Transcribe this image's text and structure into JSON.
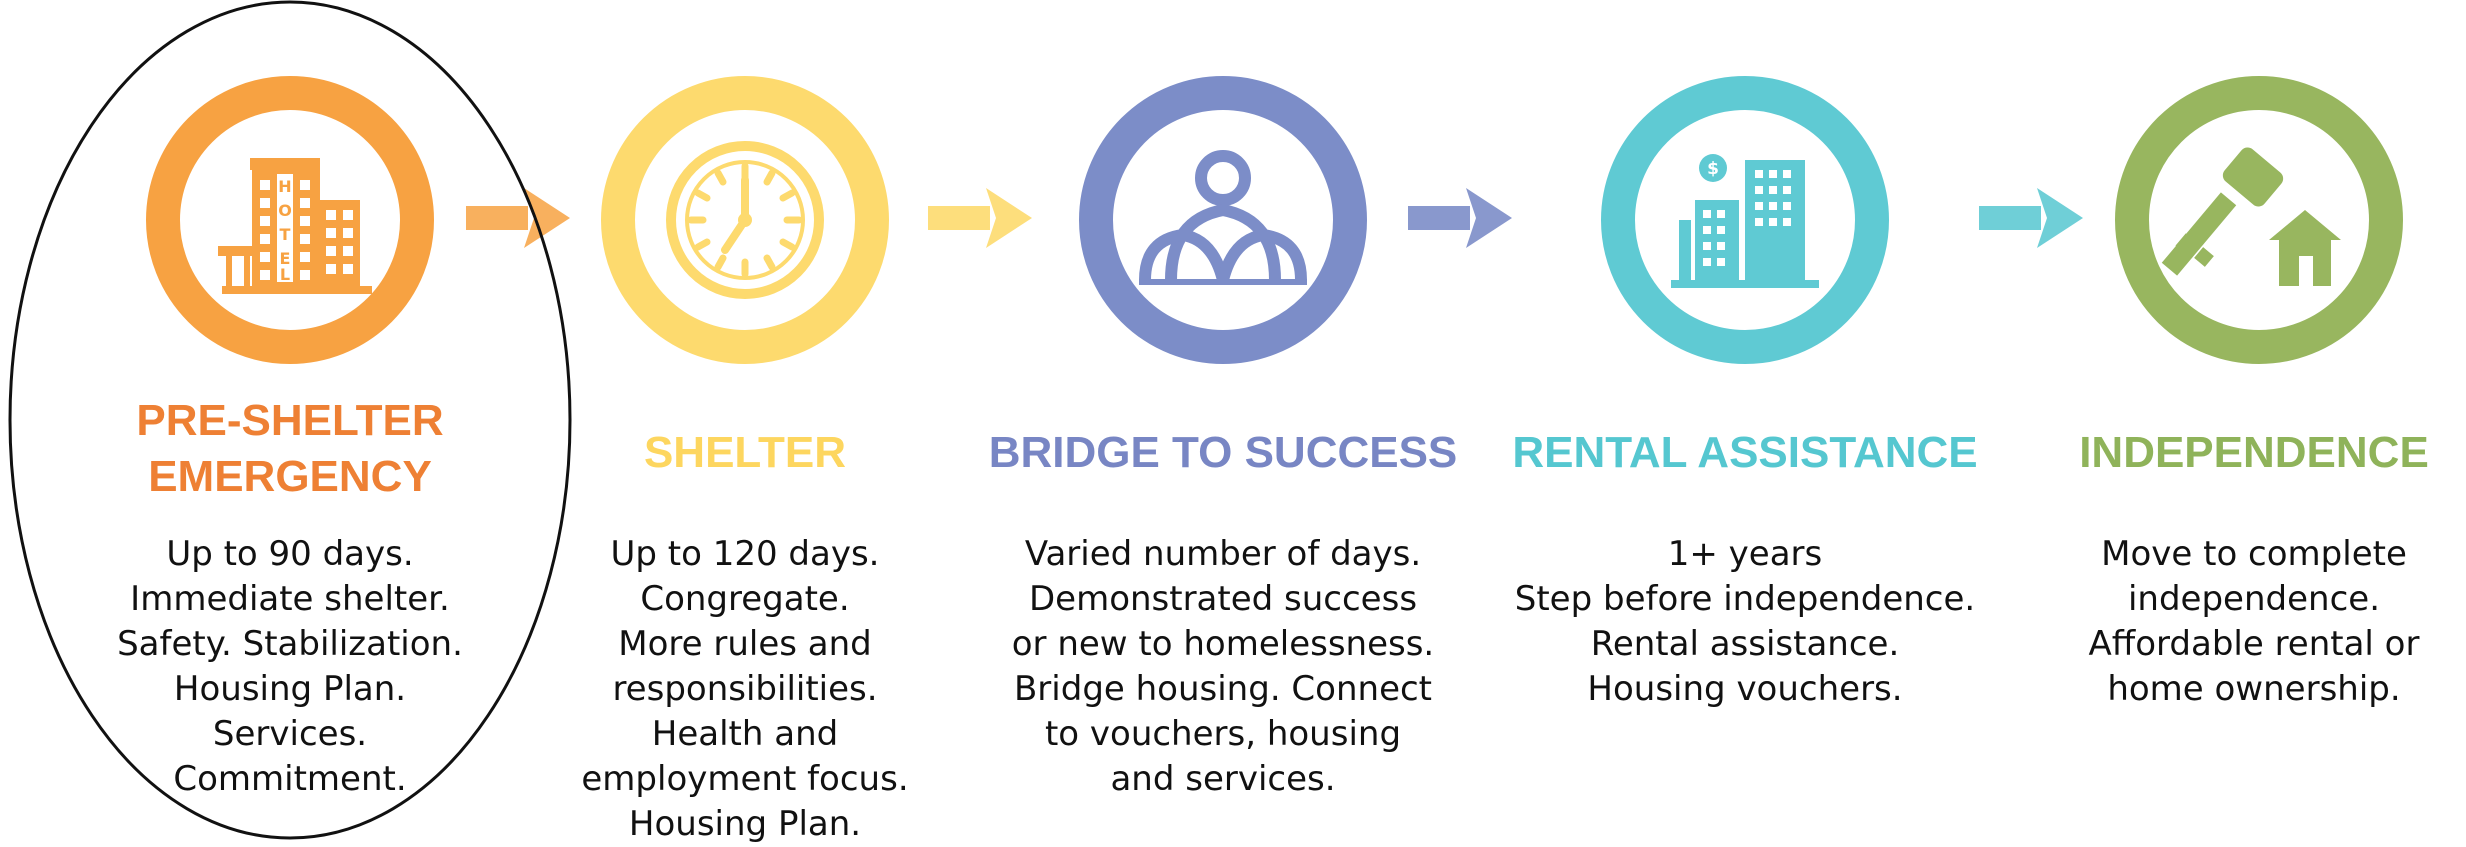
{
  "colors": {
    "orange": "#F7A242",
    "orange_title": "#EE8034",
    "yellow": "#FDDA6E",
    "yellow_title": "#FDD65F",
    "purple": "#7C8DC8",
    "purple_title": "#7886C4",
    "teal": "#5FCAD3",
    "teal_title": "#55C7D0",
    "green": "#98B65F",
    "green_title": "#8FB35A",
    "text": "#111111"
  },
  "steps": [
    {
      "title_lines": [
        "PRE-SHELTER",
        "EMERGENCY"
      ],
      "icon": "hotel-icon",
      "description": [
        "Up to 90 days.",
        "Immediate shelter.",
        "Safety. Stabilization.",
        "Housing Plan.",
        "Services.",
        "Commitment."
      ]
    },
    {
      "title_lines": [
        "SHELTER"
      ],
      "icon": "clock-icon",
      "description": [
        "Up to 120 days.",
        "Congregate.",
        "More rules and",
        "responsibilities.",
        "Health and",
        "employment focus.",
        "Housing Plan."
      ]
    },
    {
      "title_lines": [
        "BRIDGE TO SUCCESS"
      ],
      "icon": "person-bridge-icon",
      "description": [
        "Varied number of days.",
        "Demonstrated success",
        "or new to homelessness.",
        "Bridge housing. Connect",
        "to vouchers, housing",
        "and services."
      ]
    },
    {
      "title_lines": [
        "RENTAL ASSISTANCE"
      ],
      "icon": "buildings-dollar-icon",
      "description": [
        "1+ years",
        "Step before independence.",
        "Rental assistance.",
        "Housing vouchers."
      ]
    },
    {
      "title_lines": [
        "INDEPENDENCE"
      ],
      "icon": "key-house-icon",
      "description": [
        "Move to complete",
        "independence.",
        "Affordable rental or",
        "home ownership."
      ]
    }
  ],
  "arrows": [
    "right-arrow-icon",
    "right-arrow-icon",
    "right-arrow-icon",
    "right-arrow-icon"
  ],
  "highlight": "hand-drawn-ellipse"
}
